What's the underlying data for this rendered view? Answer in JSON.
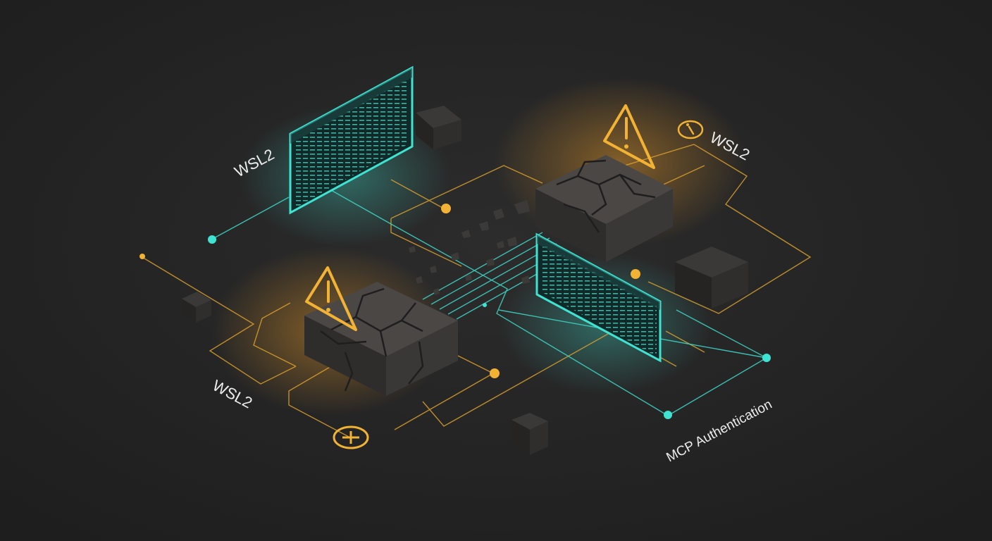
{
  "labels": {
    "wsl2_top_left": "WSL2",
    "wsl2_top_right": "WSL2",
    "wsl2_bottom_left": "WSL2",
    "mcp_auth": "MCP Authentication"
  },
  "colors": {
    "background": "#232323",
    "cyan": "#3fe3d2",
    "amber": "#f2b233",
    "block_top": "#4a4745",
    "block_side": "#2f2d2c"
  },
  "icons": [
    "warning-triangle-icon",
    "info-circle-icon",
    "plus-circle-icon"
  ]
}
